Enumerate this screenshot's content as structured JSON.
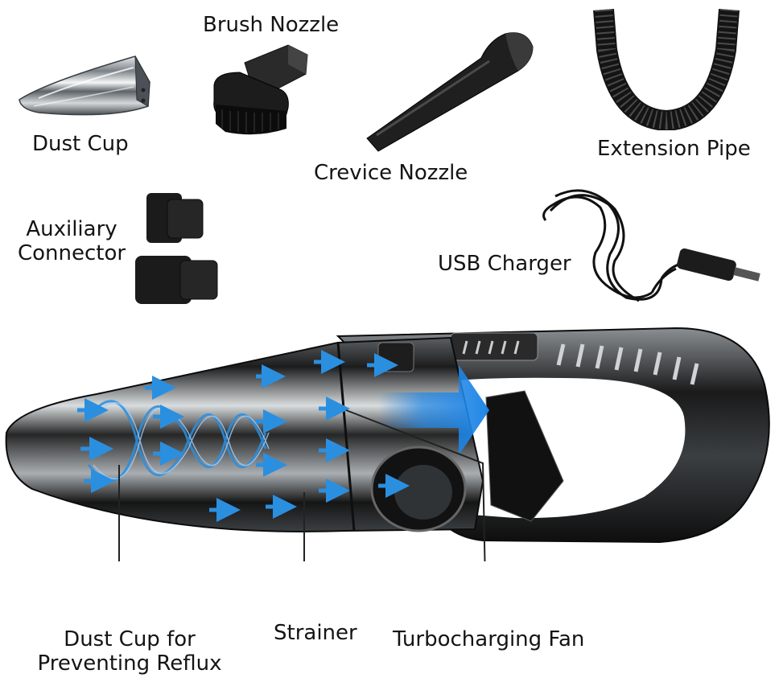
{
  "accessories": {
    "dust_cup": "Dust Cup",
    "brush_nozzle": "Brush Nozzle",
    "crevice_nozzle": "Crevice Nozzle",
    "extension_pipe": "Extension Pipe",
    "auxiliary_connector_line1": "Auxiliary",
    "auxiliary_connector_line2": "Connector",
    "usb_charger": "USB Charger"
  },
  "callouts": {
    "dust_cup_reflux_line1": "Dust Cup for",
    "dust_cup_reflux_line2": "Preventing Reflux",
    "strainer": "Strainer",
    "turbocharging_fan": "Turbocharging Fan"
  },
  "colors": {
    "airflow_arrow": "#2b8fe0",
    "airflow_big_arrow": "#1f86e6",
    "body_dark": "#1a1a1a",
    "chrome": "#9aa1a7"
  }
}
